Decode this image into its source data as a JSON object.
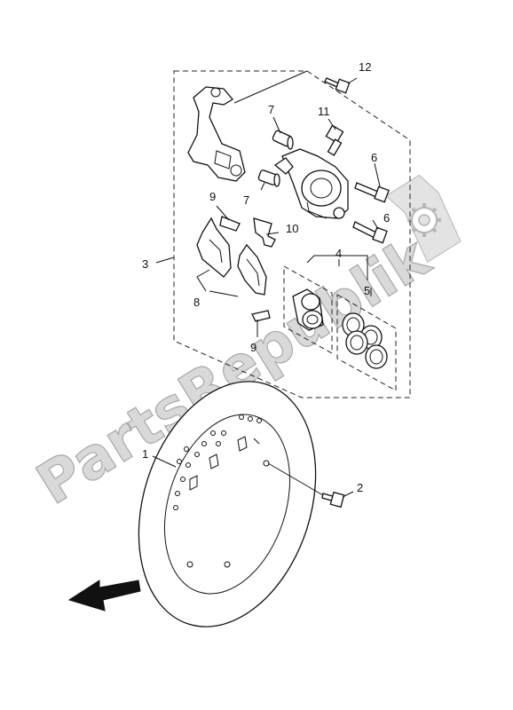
{
  "diagram": {
    "callouts": {
      "c1": "1",
      "c2": "2",
      "c3": "3",
      "c4": "4",
      "c5": "5",
      "c6a": "6",
      "c6b": "6",
      "c7a": "7",
      "c7b": "7",
      "c8": "8",
      "c9a": "9",
      "c9b": "9",
      "c10": "10",
      "c11": "11",
      "c12": "12"
    },
    "watermark": {
      "text": "PartsRepublik",
      "icon": "gear-icon"
    },
    "direction_arrow_icon": "arrow-left-icon"
  }
}
